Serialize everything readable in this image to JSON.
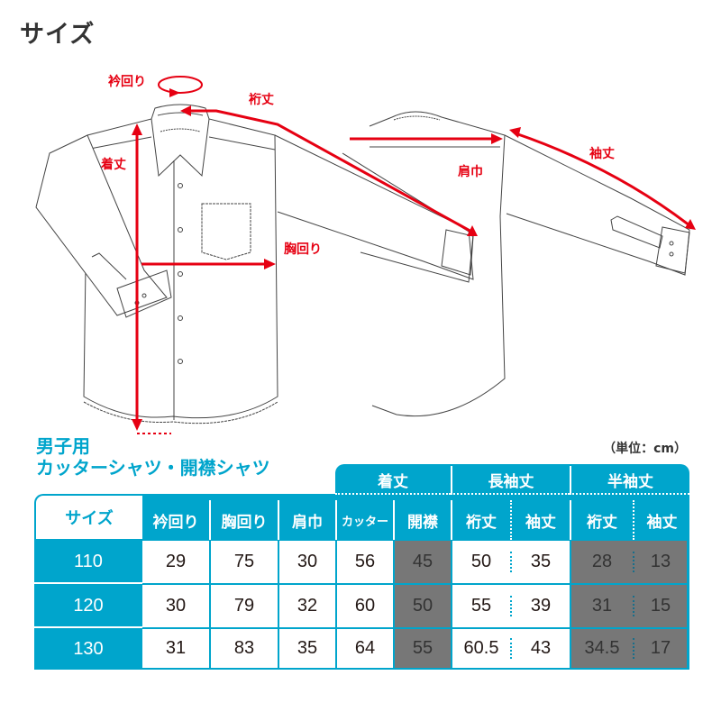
{
  "page": {
    "title": "サイズ"
  },
  "diagram": {
    "labels": {
      "collar": "衿回り",
      "yuki": "裄丈",
      "length": "着丈",
      "chest": "胸回り",
      "shoulder": "肩巾",
      "sleeve": "袖丈"
    },
    "colors": {
      "arrow": "#e60012",
      "outline": "#444444"
    }
  },
  "table_section": {
    "title_line1": "男子用",
    "title_line2": "カッターシャツ・開襟シャツ",
    "unit": "（単位：cm）",
    "colors": {
      "header_bg": "#00a5cc",
      "gray_cell": "#777777",
      "white_cell": "#ffffff"
    },
    "group_headers": {
      "length": "着丈",
      "long_sleeve": "長袖丈",
      "short_sleeve": "半袖丈"
    },
    "columns": {
      "size": "サイズ",
      "collar": "衿回り",
      "chest": "胸回り",
      "shoulder": "肩巾",
      "cutter": "カッター",
      "kaikin": "開襟",
      "long_yuki": "裄丈",
      "long_sleeve": "袖丈",
      "short_yuki": "裄丈",
      "short_sleeve": "袖丈"
    },
    "rows": [
      {
        "size": "110",
        "collar": "29",
        "chest": "75",
        "shoulder": "30",
        "cutter": "56",
        "kaikin": "45",
        "long_yuki": "50",
        "long_sleeve": "35",
        "short_yuki": "28",
        "short_sleeve": "13"
      },
      {
        "size": "120",
        "collar": "30",
        "chest": "79",
        "shoulder": "32",
        "cutter": "60",
        "kaikin": "50",
        "long_yuki": "55",
        "long_sleeve": "39",
        "short_yuki": "31",
        "short_sleeve": "15"
      },
      {
        "size": "130",
        "collar": "31",
        "chest": "83",
        "shoulder": "35",
        "cutter": "64",
        "kaikin": "55",
        "long_yuki": "60.5",
        "long_sleeve": "43",
        "short_yuki": "34.5",
        "short_sleeve": "17"
      }
    ]
  }
}
